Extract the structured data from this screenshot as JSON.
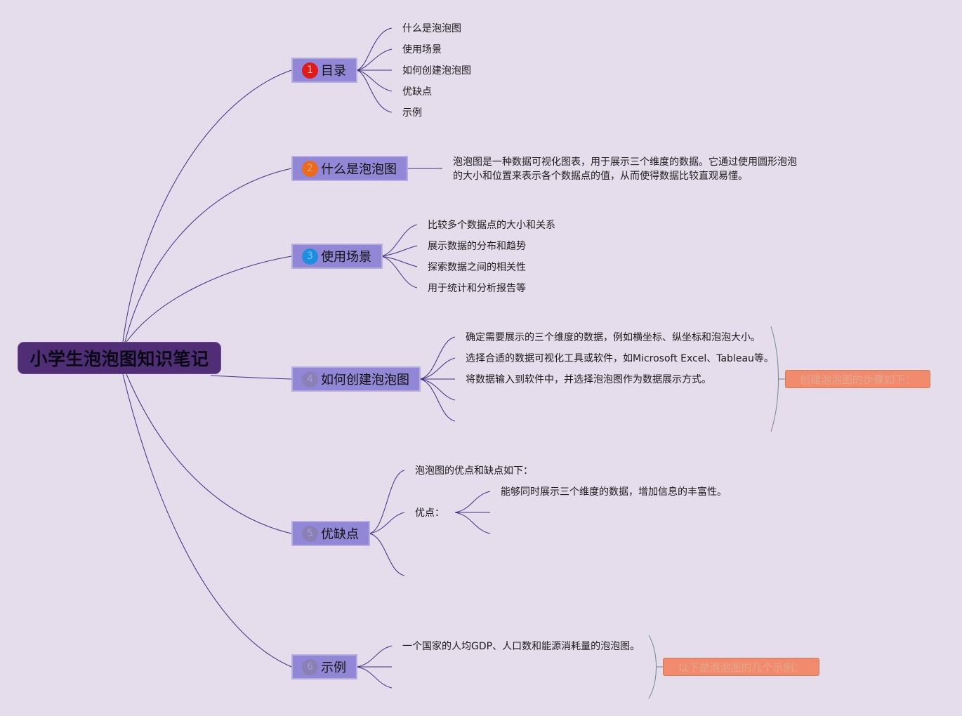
{
  "root": {
    "title": "小学生泡泡图知识笔记"
  },
  "branches": [
    {
      "badge": "1",
      "label": "目录",
      "badge_color": "#e01b1b",
      "children": [
        "什么是泡泡图",
        "使用场景",
        "如何创建泡泡图",
        "优缺点",
        "示例"
      ]
    },
    {
      "badge": "2",
      "label": "什么是泡泡图",
      "badge_color": "#ea6a1f",
      "text": "泡泡图是一种数据可视化图表，用于展示三个维度的数据。它通过使用圆形泡泡的大小和位置来表示各个数据点的值，从而使得数据比较直观易懂。"
    },
    {
      "badge": "3",
      "label": "使用场景",
      "badge_color": "#1e8fe0",
      "children": [
        "比较多个数据点的大小和关系",
        "展示数据的分布和趋势",
        "探索数据之间的相关性",
        "用于统计和分析报告等"
      ]
    },
    {
      "badge": "4",
      "label": "如何创建泡泡图",
      "badge_color": "#8a80b6",
      "children": [
        "确定需要展示的三个维度的数据，例如横坐标、纵坐标和泡泡大小。",
        "选择合适的数据可视化工具或软件，如Microsoft Excel、Tableau等。",
        "将数据输入到软件中，并选择泡泡图作为数据展示方式。"
      ],
      "note": "创建泡泡图的步骤如下："
    },
    {
      "badge": "5",
      "label": "优缺点",
      "badge_color": "#8a80b6",
      "intro": "泡泡图的优点和缺点如下：",
      "pros_label": "优点：",
      "pros": [
        "能够同时展示三个维度的数据，增加信息的丰富性。"
      ]
    },
    {
      "badge": "6",
      "label": "示例",
      "badge_color": "#8a80b6",
      "children": [
        "一个国家的人均GDP、人口数和能源消耗量的泡泡图。"
      ],
      "note": "以下是泡泡图的几个示例："
    }
  ],
  "colors": {
    "background": "#e5dcec",
    "root_fill": "#4f2e75",
    "branch_fill": "#9287d6",
    "connector": "#3f2f85",
    "bracket": "#6f8a9a",
    "note_fill": "#f28a6e"
  }
}
